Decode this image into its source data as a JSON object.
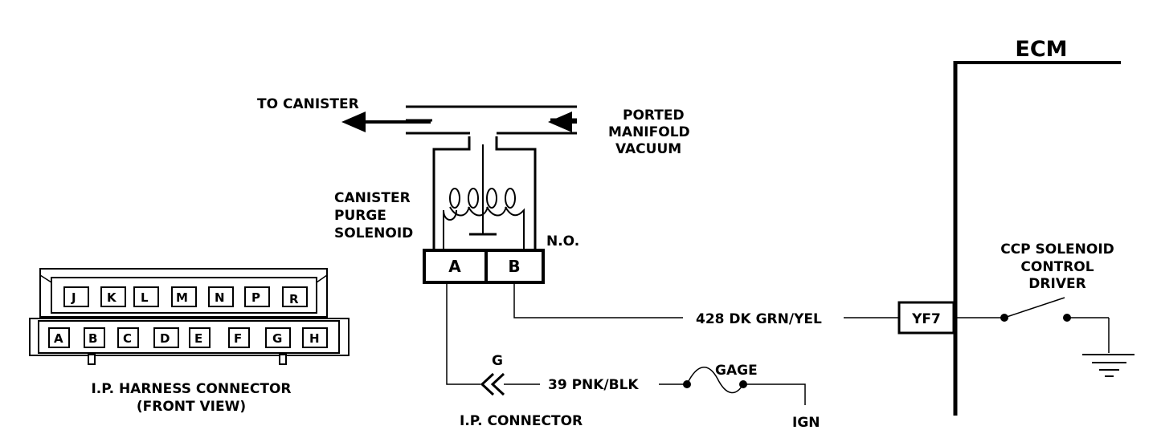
{
  "ecm": {
    "title": "ECM",
    "terminal": "YF7",
    "driver_label": [
      "CCP SOLENOID",
      "CONTROL",
      "DRIVER"
    ]
  },
  "vacuum": {
    "to_canister": "TO CANISTER",
    "ported": [
      "PORTED",
      "MANIFOLD",
      "VACUUM"
    ]
  },
  "solenoid": {
    "label": [
      "CANISTER",
      "PURGE",
      "SOLENOID"
    ],
    "terminal_a": "A",
    "terminal_b": "B",
    "normally_open": "N.O."
  },
  "wires": {
    "ecm_wire": "428  DK GRN/YEL",
    "gage_wire": "39  PNK/BLK"
  },
  "ip_connector": {
    "cavity": "G",
    "label": "I.P. CONNECTOR"
  },
  "fuse": {
    "label": "GAGE"
  },
  "power": {
    "label": "IGN"
  },
  "harness_connector": {
    "top_row": [
      "J",
      "K",
      "L",
      "M",
      "N",
      "P",
      "R"
    ],
    "bottom_row": [
      "A",
      "B",
      "C",
      "D",
      "E",
      "F",
      "G",
      "H"
    ],
    "caption": [
      "I.P. HARNESS CONNECTOR",
      "(FRONT VIEW)"
    ]
  }
}
